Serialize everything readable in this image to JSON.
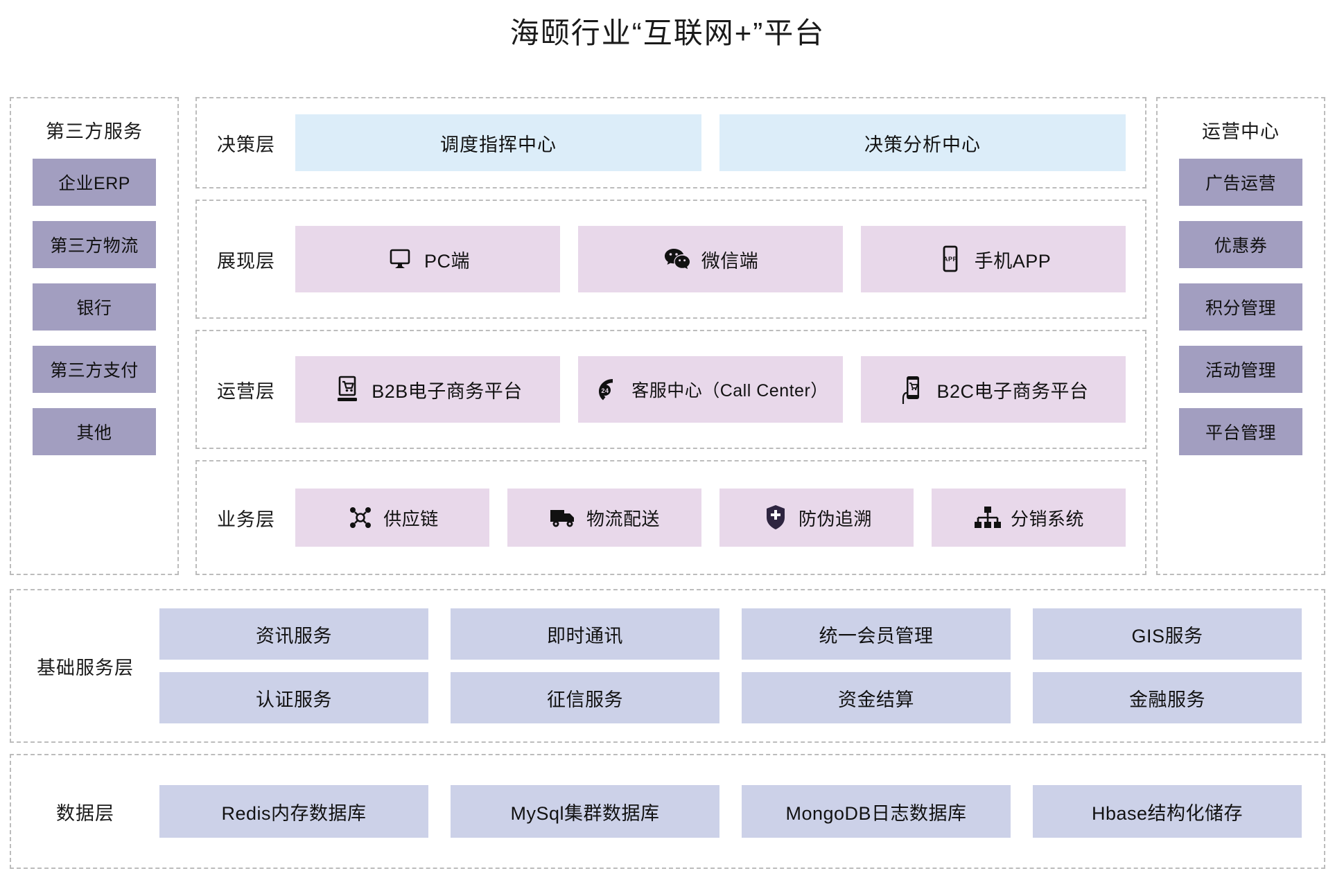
{
  "title": "海颐行业“互联网+”平台",
  "left_column": {
    "heading": "第三方服务",
    "items": [
      {
        "label": "企业ERP"
      },
      {
        "label": "第三方物流"
      },
      {
        "label": "银行"
      },
      {
        "label": "第三方支付"
      },
      {
        "label": "其他"
      }
    ]
  },
  "right_column": {
    "heading": "运营中心",
    "items": [
      {
        "label": "广告运营"
      },
      {
        "label": "优惠券"
      },
      {
        "label": "积分管理"
      },
      {
        "label": "活动管理"
      },
      {
        "label": "平台管理"
      }
    ]
  },
  "decision_layer": {
    "label": "决策层",
    "items": [
      {
        "label": "调度指挥中心"
      },
      {
        "label": "决策分析中心"
      }
    ]
  },
  "presentation_layer": {
    "label": "展现层",
    "items": [
      {
        "label": "PC端",
        "icon": "monitor-icon"
      },
      {
        "label": "微信端",
        "icon": "wechat-icon"
      },
      {
        "label": "手机APP",
        "icon": "mobile-app-icon"
      }
    ]
  },
  "operation_layer": {
    "label": "运营层",
    "items": [
      {
        "label": "B2B电子商务平台",
        "icon": "desktop-cart-icon"
      },
      {
        "label": "客服中心（Call Center）",
        "icon": "phone-24-icon"
      },
      {
        "label": "B2C电子商务平台",
        "icon": "mobile-cart-icon"
      }
    ]
  },
  "business_layer": {
    "label": "业务层",
    "items": [
      {
        "label": "供应链",
        "icon": "supply-chain-icon"
      },
      {
        "label": "物流配送",
        "icon": "truck-icon"
      },
      {
        "label": "防伪追溯",
        "icon": "shield-icon"
      },
      {
        "label": "分销系统",
        "icon": "distribution-icon"
      }
    ]
  },
  "basic_service_layer": {
    "label": "基础服务层",
    "rows": [
      [
        {
          "label": "资讯服务"
        },
        {
          "label": "即时通讯"
        },
        {
          "label": "统一会员管理"
        },
        {
          "label": "GIS服务"
        }
      ],
      [
        {
          "label": "认证服务"
        },
        {
          "label": "征信服务"
        },
        {
          "label": "资金结算"
        },
        {
          "label": "金融服务"
        }
      ]
    ]
  },
  "data_layer": {
    "label": "数据层",
    "items": [
      {
        "label": "Redis内存数据库"
      },
      {
        "label": "MySql集群数据库"
      },
      {
        "label": "MongoDB日志数据库"
      },
      {
        "label": "Hbase结构化储存"
      }
    ]
  },
  "colors": {
    "sidebar_cell": "#a29ec0",
    "decision_cell": "#dcedf9",
    "layer_cell": "#e8d8ea",
    "service_cell": "#ccd1e8",
    "dashed_border": "#bcbcbc",
    "text": "#111111"
  }
}
